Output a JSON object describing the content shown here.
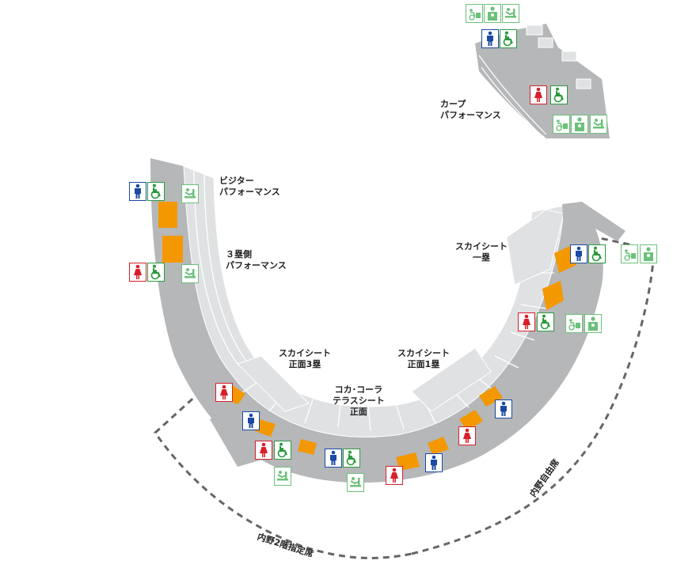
{
  "colors": {
    "structure": "#b5b7b9",
    "stand": "#dfe1e3",
    "aisle": "#f39800",
    "male": "#1a4aa3",
    "female": "#d81f2a",
    "accessible": "#2a9a3c",
    "accessible_light": "#6cc17a",
    "route": "#666666"
  },
  "areas": {
    "carp_performance": "カープ\nパフォーマンス",
    "visitor_performance": "ビジター\nパフォーマンス",
    "third_base_performance": "３塁側\nパフォーマンス",
    "sky_seat_first_base": "スカイシート\n一塁",
    "sky_seat_front_third": "スカイシート\n正面3塁",
    "sky_seat_front_first": "スカイシート\n正面1塁",
    "coca_cola_terrace": "コカ･コーラ\nテラスシート\n正面"
  },
  "routes": {
    "infield_2f_reserved": "内野2階指定席",
    "infield_unreserved": "内野自由席"
  },
  "facility_icons": [
    {
      "id": "m1",
      "type": "male-restroom",
      "style": "blue"
    },
    {
      "id": "w1",
      "type": "wheelchair-restroom",
      "style": "green"
    },
    {
      "id": "b1",
      "type": "baby-changing",
      "style": "lgreen"
    },
    {
      "id": "f2",
      "type": "female-restroom",
      "style": "red"
    },
    {
      "id": "w2",
      "type": "wheelchair-restroom",
      "style": "green"
    },
    {
      "id": "b2",
      "type": "baby-changing",
      "style": "lgreen"
    },
    {
      "id": "f3",
      "type": "female-restroom",
      "style": "red"
    },
    {
      "id": "m3",
      "type": "male-restroom",
      "style": "blue"
    },
    {
      "id": "f4",
      "type": "female-restroom",
      "style": "red"
    },
    {
      "id": "w4",
      "type": "wheelchair-restroom",
      "style": "green"
    },
    {
      "id": "b4",
      "type": "baby-changing",
      "style": "lgreen"
    },
    {
      "id": "m5",
      "type": "male-restroom",
      "style": "blue"
    },
    {
      "id": "w5",
      "type": "wheelchair-restroom",
      "style": "green"
    },
    {
      "id": "b5",
      "type": "baby-changing",
      "style": "lgreen"
    },
    {
      "id": "f6",
      "type": "female-restroom",
      "style": "red"
    },
    {
      "id": "m6",
      "type": "male-restroom",
      "style": "blue"
    },
    {
      "id": "f7",
      "type": "female-restroom",
      "style": "red"
    },
    {
      "id": "m7",
      "type": "male-restroom",
      "style": "blue"
    },
    {
      "id": "f8",
      "type": "female-restroom",
      "style": "red"
    },
    {
      "id": "w8",
      "type": "wheelchair-restroom",
      "style": "green"
    },
    {
      "id": "mb8",
      "type": "multipurpose-restroom",
      "style": "lgreen"
    },
    {
      "id": "n8",
      "type": "nursing-room",
      "style": "lgreen"
    },
    {
      "id": "m9",
      "type": "male-restroom",
      "style": "blue"
    },
    {
      "id": "w9",
      "type": "wheelchair-restroom",
      "style": "green"
    },
    {
      "id": "mb9",
      "type": "multipurpose-restroom",
      "style": "lgreen"
    },
    {
      "id": "n9",
      "type": "nursing-room",
      "style": "lgreen"
    },
    {
      "id": "mc1",
      "type": "multipurpose-restroom",
      "style": "lgreen"
    },
    {
      "id": "nc1",
      "type": "nursing-room",
      "style": "lgreen"
    },
    {
      "id": "bc1",
      "type": "baby-changing",
      "style": "lgreen"
    },
    {
      "id": "mc2",
      "type": "male-restroom",
      "style": "blue"
    },
    {
      "id": "wc2",
      "type": "wheelchair-restroom",
      "style": "green"
    },
    {
      "id": "fc3",
      "type": "female-restroom",
      "style": "red"
    },
    {
      "id": "wc3",
      "type": "wheelchair-restroom",
      "style": "green"
    },
    {
      "id": "mc4",
      "type": "multipurpose-restroom",
      "style": "lgreen"
    },
    {
      "id": "nc4",
      "type": "nursing-room",
      "style": "lgreen"
    },
    {
      "id": "bc4",
      "type": "baby-changing",
      "style": "lgreen"
    }
  ]
}
